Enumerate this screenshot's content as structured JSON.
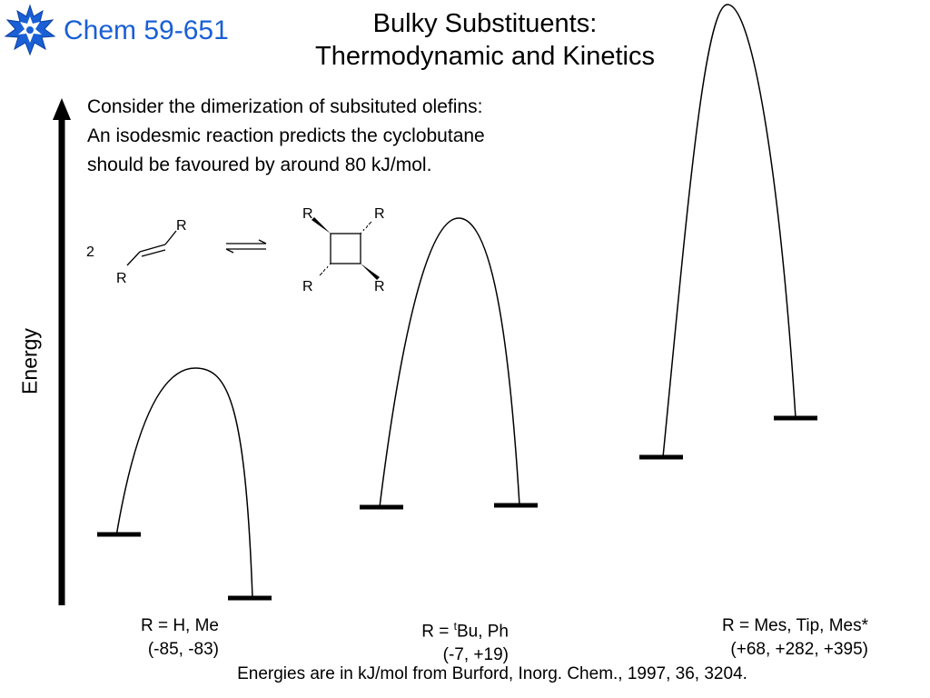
{
  "header": {
    "course": "Chem 59-651",
    "title_line1": "Bulky Substituents:",
    "title_line2": "Thermodynamic and Kinetics"
  },
  "intro": {
    "line1": "Consider the dimerization of subsituted olefins:",
    "line2": "An isodesmic reaction predicts the cyclobutane",
    "line3": "should be favoured by around 80 kJ/mol."
  },
  "axis": {
    "label": "Energy"
  },
  "scheme": {
    "coefficient": "2",
    "substituent": "R"
  },
  "profiles": [
    {
      "label_prefix": "R = ",
      "label_sup": "",
      "label_rest": "H, Me",
      "energies": "(-85, -83)"
    },
    {
      "label_prefix": "R = ",
      "label_sup": "t",
      "label_rest": "Bu, Ph",
      "energies": "(-7, +19)"
    },
    {
      "label_prefix": "R = ",
      "label_sup": "",
      "label_rest": "Mes, Tip, Mes*",
      "energies": "(+68, +282, +395)"
    }
  ],
  "footer": {
    "note": "Energies are in kJ/mol from Burford, Inorg. Chem., 1997, 36, 3204."
  },
  "colors": {
    "brand": "#1a5fd6",
    "ink": "#000000"
  },
  "icons": {
    "logo": "maple-leaf-icon"
  }
}
